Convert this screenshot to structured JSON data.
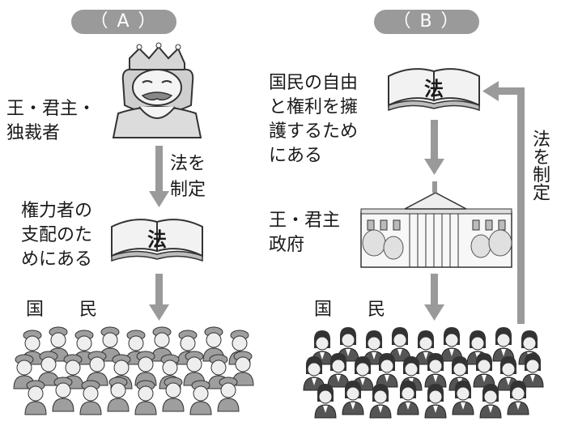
{
  "left": {
    "label": "（ A ）",
    "ruler_text": [
      "王・君主・",
      "独裁者"
    ],
    "arrow_text": [
      "法を",
      "制定"
    ],
    "purpose_text": [
      "権力者の",
      "支配のた",
      "めにある"
    ],
    "law_label": "法",
    "people_label": "国　　民"
  },
  "right": {
    "label": "（ B ）",
    "purpose_text": [
      "国民の自由",
      "と権利を擁",
      "護するため",
      "にある"
    ],
    "law_label": "法",
    "government_text": [
      "王・君主",
      "政府"
    ],
    "people_label": "国　　民",
    "side_arrow_text": "法を制定"
  }
}
